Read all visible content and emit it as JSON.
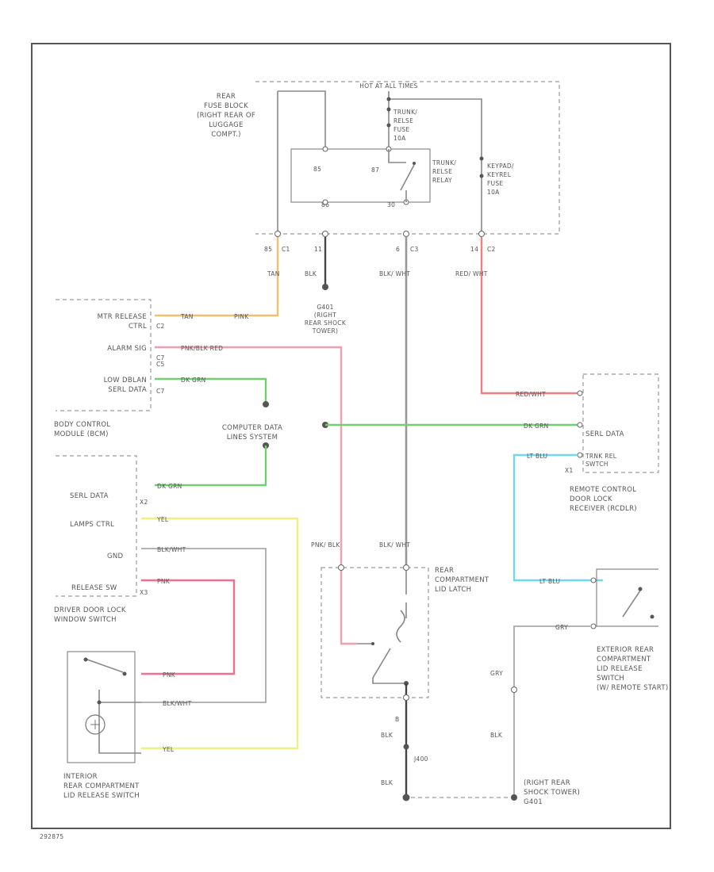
{
  "fuse_block": {
    "title": [
      "REAR",
      "FUSE BLOCK",
      "(RIGHT REAR OF",
      "LUGGAGE",
      "COMPT.)"
    ],
    "hot_at_all_times": "HOT AT ALL TIMES",
    "relay_pin_85": "85",
    "relay_pin_87": "87",
    "relay_pin_86": "86",
    "relay_pin_30": "30",
    "trunk_fuse": [
      "TRUNK/",
      "RELSE",
      "FUSE",
      "10A"
    ],
    "trunk_relay": [
      "TRUNK/",
      "RELSE",
      "RELAY"
    ],
    "keypad_fuse": [
      "KEYPAD/",
      "KEYREL",
      "FUSE",
      "10A"
    ],
    "pins": [
      "85",
      "C1",
      "11",
      "6",
      "C3",
      "14",
      "C2"
    ]
  },
  "wires": {
    "tan": "TAN",
    "tan_pink": "PINK",
    "blk": "BLK",
    "blk_wht": "BLK/\nWHT",
    "red_wht": "RED/\nWHT",
    "pnk_blk_red": "PNK/BLK  RED",
    "dk_grn": "DK GRN",
    "red_wht_h": "RED/WHT",
    "lt_blu": "LT BLU",
    "yel": "YEL",
    "blk_wht_h": "BLK/WHT",
    "pnk": "PNK",
    "pnk_blk": "PNK/\nBLK",
    "gry": "GRY",
    "blk_b": "BLK",
    "j400": "J400"
  },
  "ground_g401": [
    "G401",
    "(RIGHT",
    "REAR SHOCK",
    "TOWER)"
  ],
  "bcm": {
    "title": [
      "BODY CONTROL",
      "MODULE (BCM)"
    ],
    "mtr_release": [
      "MTR RELEASE",
      "CTRL"
    ],
    "alarm_sig": "ALARM SIG",
    "low_serial": [
      "LOW DBLAN",
      "SERL DATA"
    ],
    "pins": [
      "C2",
      "C7",
      "C5",
      "C7"
    ]
  },
  "splice": [
    "COMPUTER DATA",
    "LINES SYSTEM"
  ],
  "rcdlr": {
    "title": [
      "REMOTE CONTROL",
      "DOOR LOCK",
      "RECEIVER (RCDLR)"
    ],
    "serial": "SERL DATA",
    "trnk_rel": [
      "TRNK REL",
      "SWTCH"
    ],
    "conn": "X1"
  },
  "driver_switch": {
    "title": [
      "DRIVER DOOR LOCK",
      "WINDOW SWITCH"
    ],
    "serial": "SERL DATA",
    "lamps": "LAMPS CTRL",
    "gnd": "GND",
    "release": "RELEASE SW",
    "conn": [
      "X2",
      "X3"
    ]
  },
  "interior_switch": [
    "INTERIOR",
    "REAR COMPARTMENT",
    "LID RELEASE SWITCH"
  ],
  "latch": [
    "REAR",
    "COMPARTMENT",
    "LID LATCH"
  ],
  "exterior_switch": [
    "EXTERIOR REAR",
    "COMPARTMENT",
    "LID RELEASE",
    "SWITCH",
    "(W/ REMOTE START)"
  ],
  "ground_right": [
    "(RIGHT REAR",
    "SHOCK TOWER)",
    "G401"
  ],
  "splice_b": "B",
  "figure_id": "292875"
}
